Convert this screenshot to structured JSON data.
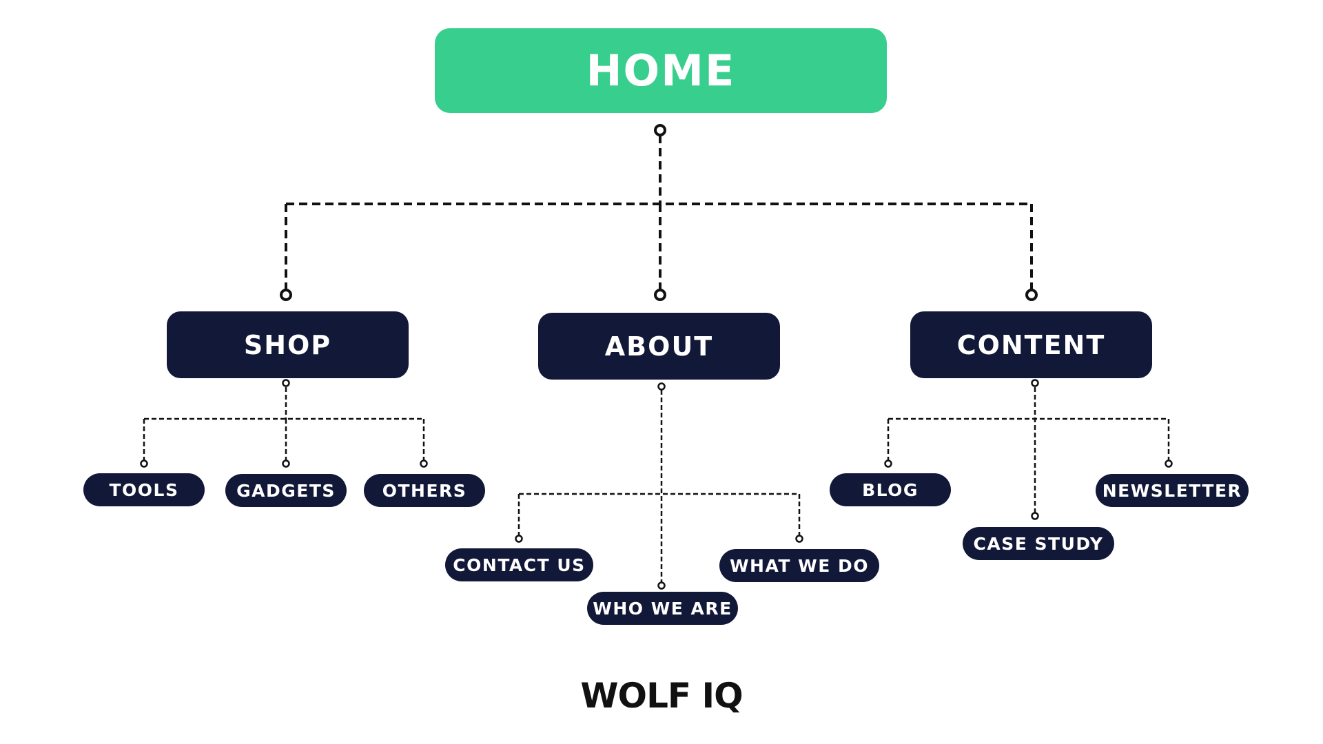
{
  "colors": {
    "home_fill": "#38cf8e",
    "node_fill": "#121838",
    "node_text": "#ffffff",
    "connector": "#111111",
    "background": "#ffffff"
  },
  "root": {
    "label": "HOME"
  },
  "sections": [
    {
      "label": "SHOP",
      "children": [
        "TOOLS",
        "GADGETS",
        "OTHERS"
      ]
    },
    {
      "label": "ABOUT",
      "children": [
        "CONTACT US",
        "WHO WE ARE",
        "WHAT WE DO"
      ]
    },
    {
      "label": "CONTENT",
      "children": [
        "BLOG",
        "CASE STUDY",
        "NEWSLETTER"
      ]
    }
  ],
  "brand": {
    "logo_text": "WOLF IQ"
  }
}
